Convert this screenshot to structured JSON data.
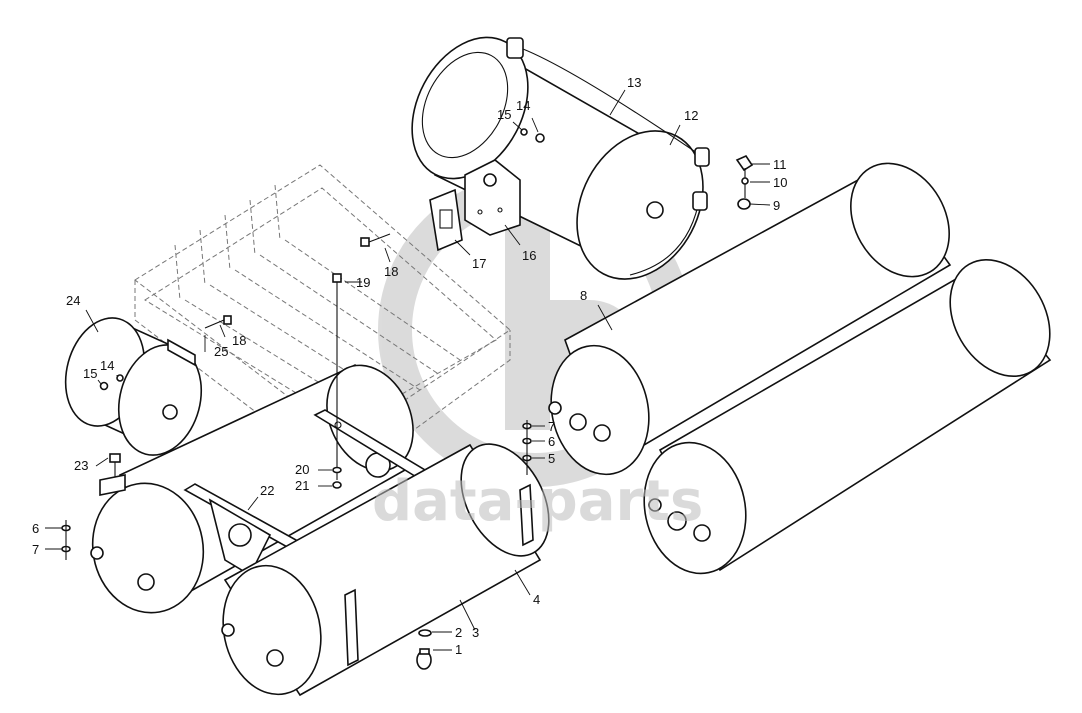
{
  "watermark": {
    "text": "data-parts",
    "color": "#bdbdbd"
  },
  "callouts": {
    "c1": "1",
    "c2": "2",
    "c3": "3",
    "c4": "4",
    "c5": "5",
    "c6a": "6",
    "c6b": "6",
    "c7a": "7",
    "c7b": "7",
    "c8": "8",
    "c9": "9",
    "c10": "10",
    "c11": "11",
    "c12": "12",
    "c13": "13",
    "c14a": "14",
    "c14b": "14",
    "c15a": "15",
    "c15b": "15",
    "c16": "16",
    "c17": "17",
    "c18a": "18",
    "c18b": "18",
    "c19": "19",
    "c20": "20",
    "c21": "21",
    "c22": "22",
    "c23": "23",
    "c24": "24",
    "c25": "25"
  }
}
